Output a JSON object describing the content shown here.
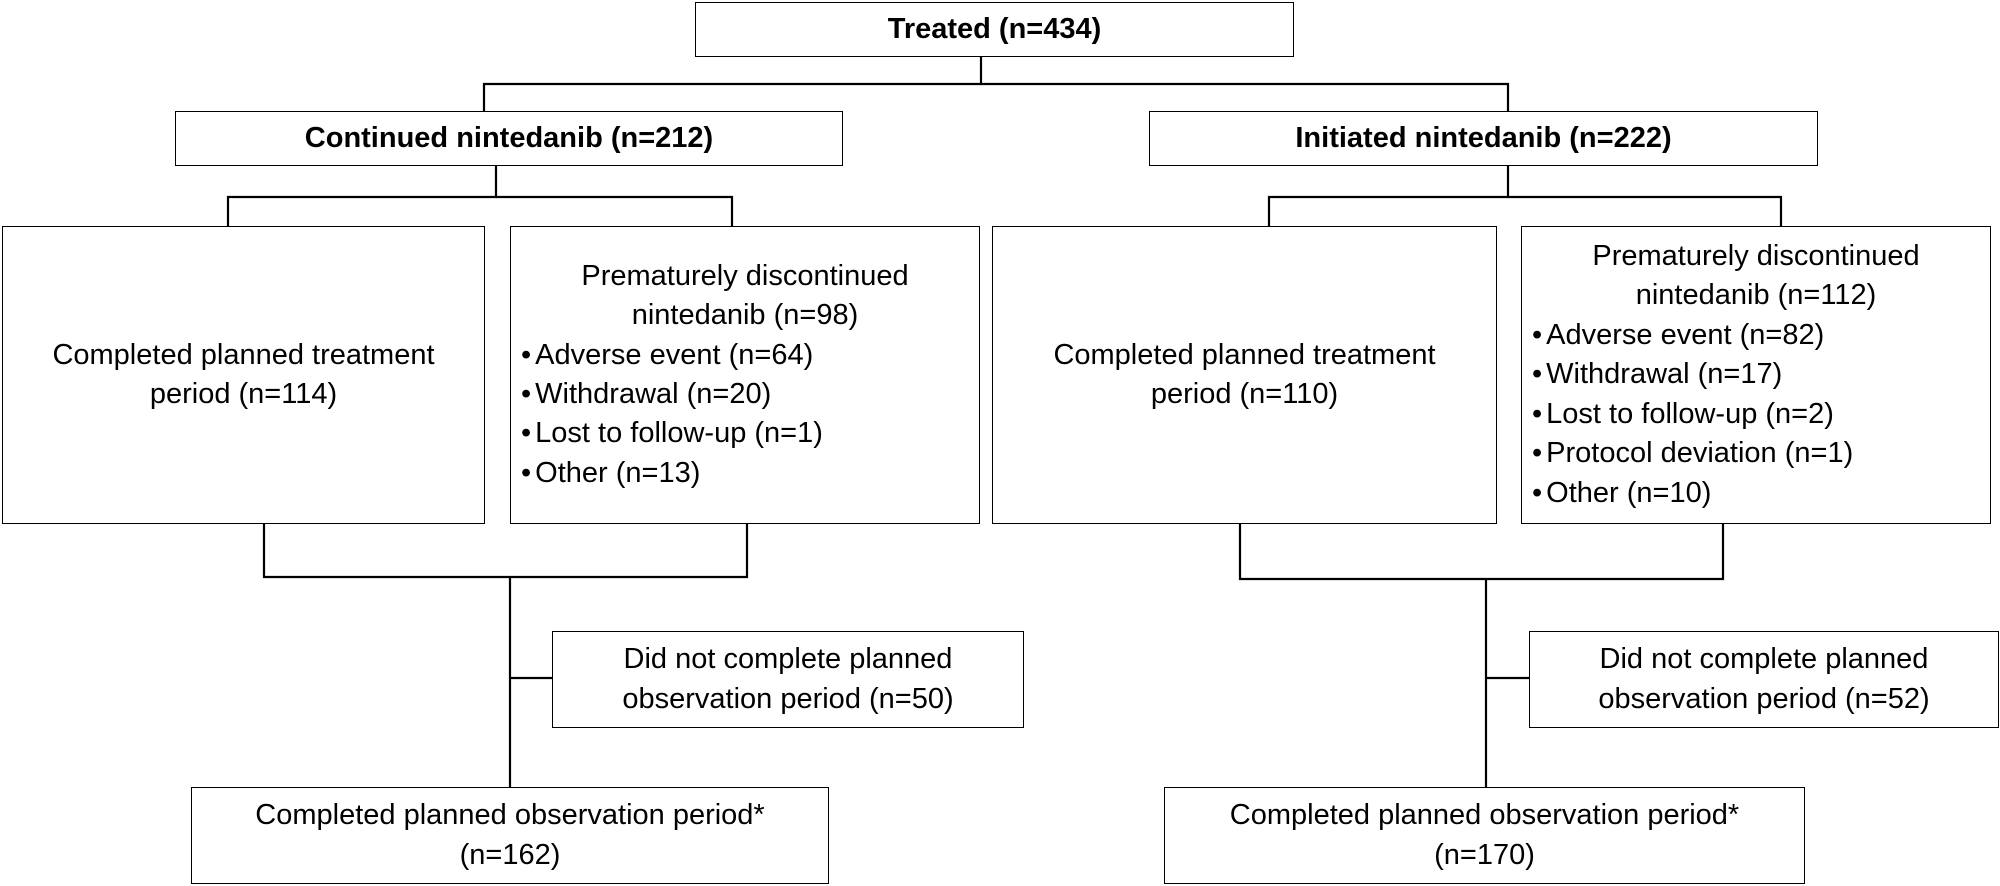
{
  "root": {
    "label": "Treated (n=434)"
  },
  "arms": [
    {
      "label": "Continued nintedanib (n=212)",
      "completed_treatment": {
        "line1": "Completed planned treatment",
        "line2": "period (n=114)"
      },
      "discontinued": {
        "line1": "Prematurely discontinued",
        "line2": "nintedanib (n=98)",
        "reasons": [
          "Adverse event (n=64)",
          "Withdrawal (n=20)",
          "Lost to follow-up (n=1)",
          "Other (n=13)"
        ]
      },
      "not_completed_observation": {
        "line1": "Did not complete planned",
        "line2": "observation period (n=50)"
      },
      "completed_observation": {
        "line1": "Completed planned observation period*",
        "line2": "(n=162)"
      }
    },
    {
      "label": "Initiated nintedanib (n=222)",
      "completed_treatment": {
        "line1": "Completed planned treatment",
        "line2": "period (n=110)"
      },
      "discontinued": {
        "line1": "Prematurely discontinued",
        "line2": "nintedanib (n=112)",
        "reasons": [
          "Adverse event (n=82)",
          "Withdrawal (n=17)",
          "Lost to follow-up (n=2)",
          "Protocol deviation (n=1)",
          "Other (n=10)"
        ]
      },
      "not_completed_observation": {
        "line1": "Did not complete planned",
        "line2": "observation period (n=52)"
      },
      "completed_observation": {
        "line1": "Completed planned observation period*",
        "line2": "(n=170)"
      }
    }
  ]
}
